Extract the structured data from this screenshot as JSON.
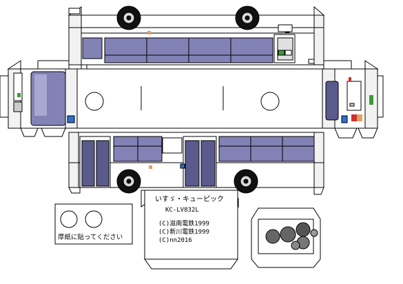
{
  "title": "いすゞ・キューピック",
  "model": "KC-LV832L",
  "credits": [
    "(C)滋南電鉄1999",
    "(C)新川電鉄1999",
    "(C)nn2016"
  ],
  "paste_note": "厚紙に貼ってください",
  "colors": {
    "window": "#8282b6",
    "window_dark": "#5a5a8c",
    "outline": "#000000",
    "body": "#ffffff",
    "panel": "#e8e8e8",
    "tire": "#111111",
    "hub": "#d9d9d9",
    "accent_green": "#3c9a3c",
    "accent_blue": "#2d6fd1",
    "accent_red": "#d03030",
    "accent_orange": "#e0a060"
  }
}
